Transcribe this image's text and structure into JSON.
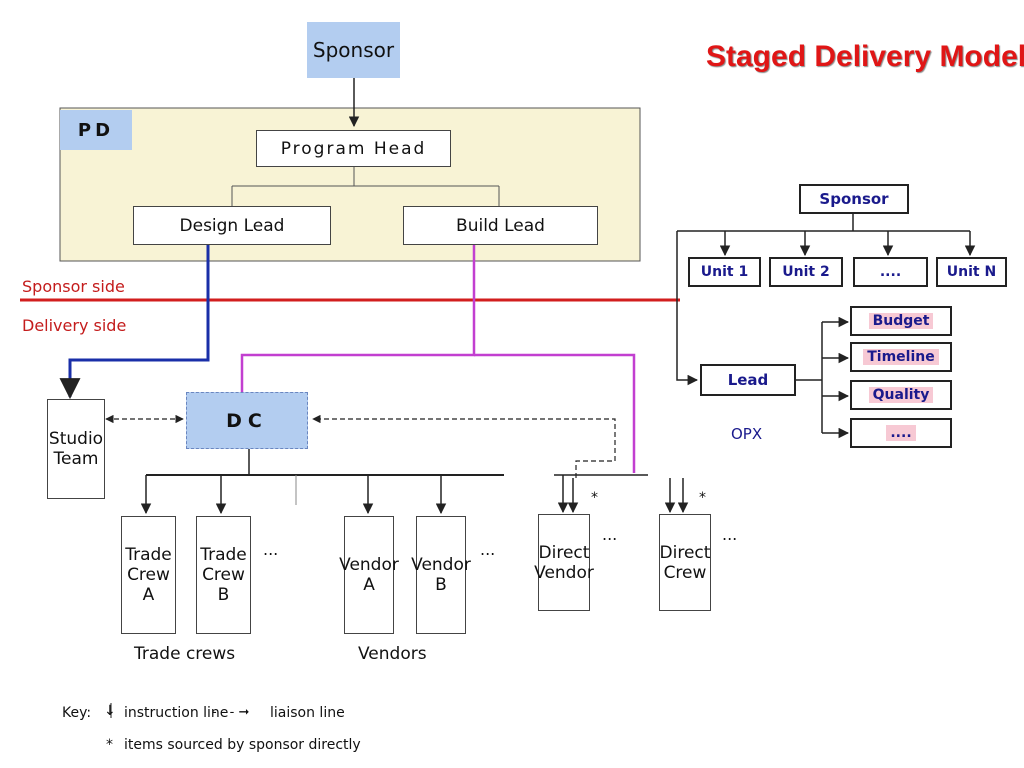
{
  "title": "Staged Delivery Model",
  "owner_top": "Sponsor",
  "pm_panel": {
    "tag": "PD",
    "head": "Program Head",
    "design_lead": "Design Lead",
    "build_lead": "Build Lead"
  },
  "divider": {
    "upper_label": "Sponsor side",
    "lower_label": "Delivery side"
  },
  "cm_label": "DC",
  "design_unit": "Studio\nTeam",
  "sub_boxes": [
    "Trade\nCrew\nA",
    "Trade\nCrew\nB"
  ],
  "supplier_boxes": [
    "Vendor\nA",
    "Vendor\nB"
  ],
  "sub_group_label": "Trade crews",
  "supplier_group_label": "Vendors",
  "owner_supplier": "Direct\nVendor",
  "owner_sub": "Direct\nCrew",
  "ellipsis": "...",
  "star": "*",
  "legend": {
    "prefix": "Key:",
    "directive_arrow": "↓",
    "directive": "instruction line",
    "coordination_arrow": "- - - ➞",
    "coordination": "liaison line",
    "star": "*",
    "star_note": "items sourced by sponsor directly"
  },
  "right_chart": {
    "owner": "Sponsor",
    "departments": [
      "Unit 1",
      "Unit 2",
      "....",
      "Unit N"
    ],
    "manager": "Lead",
    "controls": [
      "Budget",
      "Timeline",
      "Quality",
      "...."
    ],
    "label": "OPX"
  }
}
